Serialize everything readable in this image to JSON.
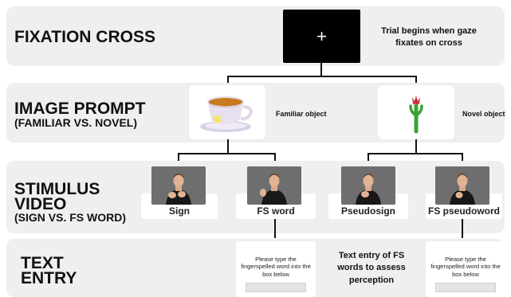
{
  "rows": {
    "fixation": {
      "title": "FIXATION CROSS",
      "cross": "+",
      "note": "Trial begins when gaze fixates on cross"
    },
    "image_prompt": {
      "title": "IMAGE PROMPT",
      "subtitle": "(FAMILIAR VS. NOVEL)",
      "familiar_label": "Familiar object",
      "novel_label": "Novel object"
    },
    "stimulus": {
      "title_line1": "STIMULUS",
      "title_line2": "VIDEO",
      "subtitle": "(SIGN VS. FS WORD)",
      "videos": [
        {
          "label": "Sign"
        },
        {
          "label": "FS word"
        },
        {
          "label": "Pseudosign"
        },
        {
          "label": "FS pseudoword"
        }
      ]
    },
    "text_entry": {
      "title_line1": "TEXT",
      "title_line2": "ENTRY",
      "prompt": "Please type the fingerspelled word into the box below",
      "note": "Text entry of FS words to assess perception"
    }
  },
  "colors": {
    "band": "#efefef",
    "cup": "#7a4a8c",
    "tea": "#c97a1f",
    "plant": "#3aa335",
    "flower": "#d83a4a"
  },
  "icons": [
    "tea-cup-icon",
    "novel-plant-icon",
    "signer-icon"
  ]
}
